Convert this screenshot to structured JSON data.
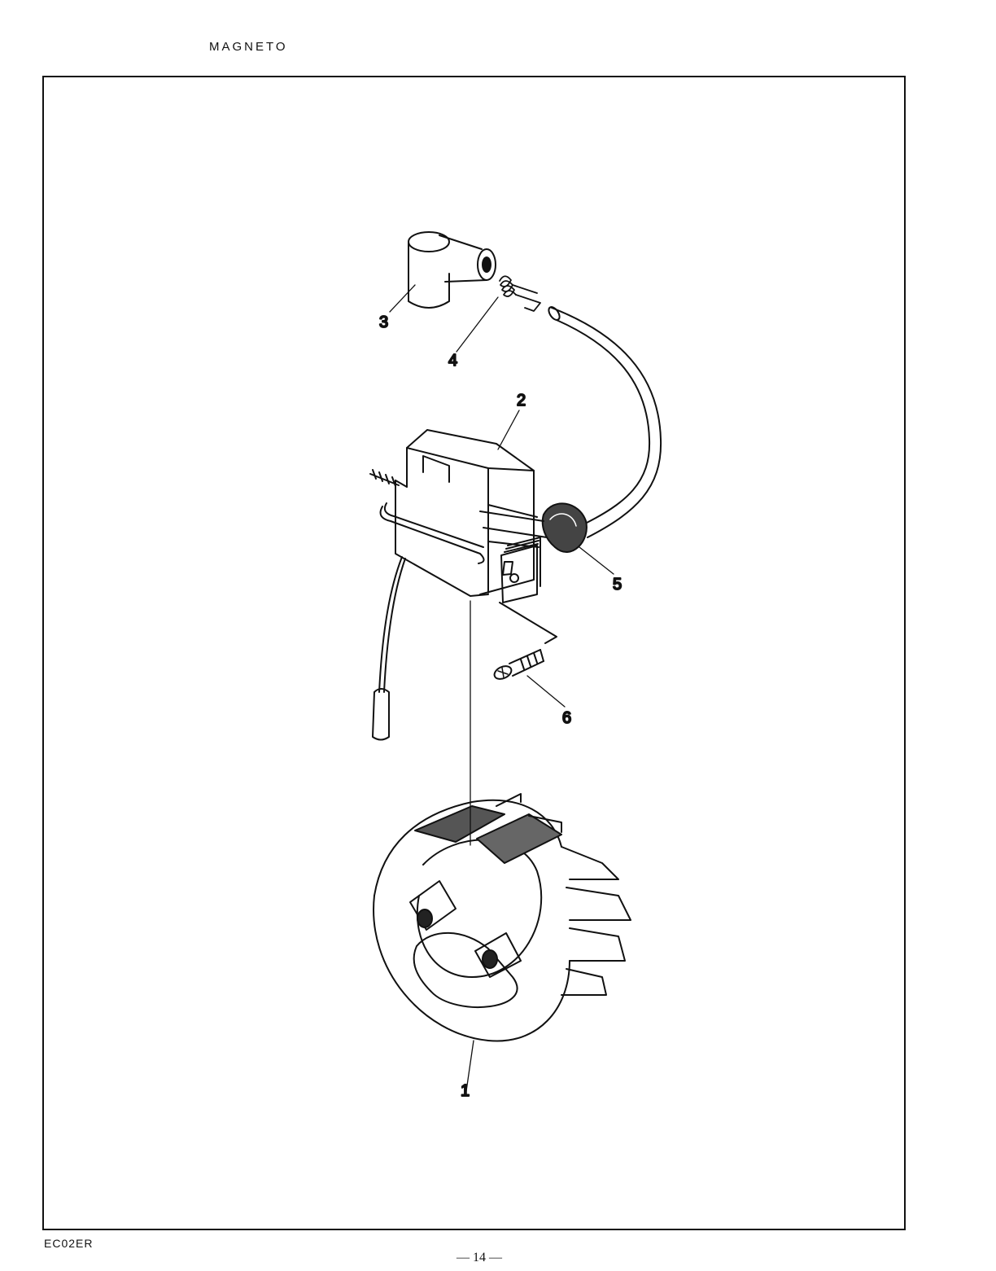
{
  "header": {
    "title": "MAGNETO"
  },
  "diagram": {
    "callouts": {
      "part1": "1",
      "part2": "2",
      "part3": "3",
      "part4": "4",
      "part5": "5",
      "part6": "6"
    },
    "parts": [
      {
        "number": "1",
        "icon": "flywheel-icon"
      },
      {
        "number": "2",
        "icon": "ignition-coil-icon"
      },
      {
        "number": "3",
        "icon": "spark-plug-cap-icon"
      },
      {
        "number": "4",
        "icon": "spring-terminal-icon"
      },
      {
        "number": "5",
        "icon": "grommet-icon"
      },
      {
        "number": "6",
        "icon": "screw-icon"
      }
    ]
  },
  "footer": {
    "code": "EC02ER",
    "page_number": "— 14 —"
  }
}
